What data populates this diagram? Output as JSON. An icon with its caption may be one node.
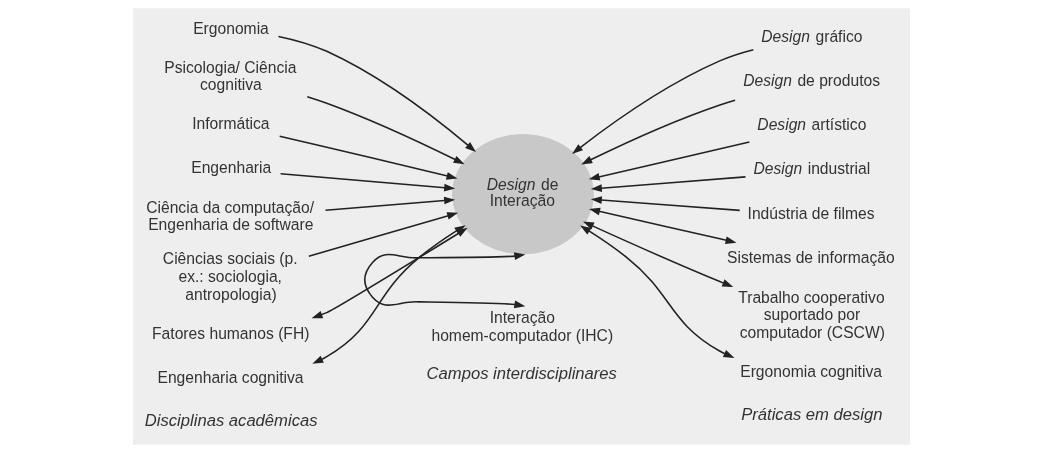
{
  "diagram": {
    "nodes": [
      {
        "text": [
          "*Design* de Interação"
        ]
      },
      {
        "text": [
          "Ergonomia"
        ]
      },
      {
        "text": [
          "Psicologia/ Ciência cognitiva"
        ]
      },
      {
        "text": [
          "Informática"
        ]
      },
      {
        "text": [
          "Engenharia"
        ]
      },
      {
        "text": [
          "Ciência da computação/ Engenharia de software"
        ]
      },
      {
        "text": [
          "Ciências sociais (p. ex.: sociologia, antropologia)"
        ]
      },
      {
        "text": [
          "*Design* gráfico"
        ]
      },
      {
        "text": [
          "*Design* de produtos"
        ]
      },
      {
        "text": [
          "*Design* artístico"
        ]
      },
      {
        "text": [
          "*Design* industrial"
        ]
      },
      {
        "text": [
          "Indústria de filmes"
        ]
      },
      {
        "text": [
          "Sistemas de informação"
        ]
      },
      {
        "text": [
          "Trabalho cooperativo suportado por computador (CSCW)"
        ]
      },
      {
        "text": [
          "Ergonomia cognitiva"
        ]
      },
      {
        "text": [
          "Interação homem-computador (IHC)"
        ]
      },
      {
        "text": [
          "Engenharia cognitiva"
        ]
      },
      {
        "text": [
          "Fatores humanos (FH)"
        ]
      }
    ],
    "edges": [
      {
        "from": 1,
        "to": 0,
        "arrow": "to"
      },
      {
        "from": 2,
        "to": 0,
        "arrow": "to"
      },
      {
        "from": 3,
        "to": 0,
        "arrow": "to"
      },
      {
        "from": 4,
        "to": 0,
        "arrow": "to"
      },
      {
        "from": 5,
        "to": 0,
        "arrow": "to"
      },
      {
        "from": 6,
        "to": 0,
        "arrow": "to"
      },
      {
        "from": 7,
        "to": 0,
        "arrow": "to"
      },
      {
        "from": 8,
        "to": 0,
        "arrow": "to"
      },
      {
        "from": 9,
        "to": 0,
        "arrow": "to"
      },
      {
        "from": 10,
        "to": 0,
        "arrow": "to"
      },
      {
        "from": 11,
        "to": 0,
        "arrow": "to"
      },
      {
        "from": 0,
        "to": 12,
        "arrow": "both"
      },
      {
        "from": 0,
        "to": 13,
        "arrow": "both"
      },
      {
        "from": 0,
        "to": 14,
        "arrow": "both"
      },
      {
        "from": 0,
        "to": 15,
        "arrow": "both"
      },
      {
        "from": 0,
        "to": 16,
        "arrow": "both"
      },
      {
        "from": 0,
        "to": 17,
        "arrow": "both"
      }
    ],
    "labels": [
      "Disciplinas acadêmicas",
      "Práticas em design",
      "Campos interdisciplinares"
    ]
  }
}
